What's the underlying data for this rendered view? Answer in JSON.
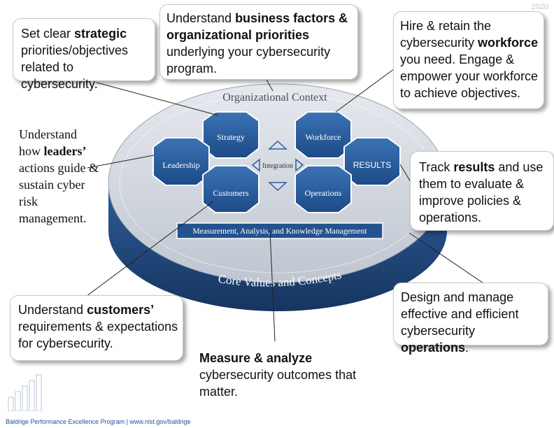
{
  "year": "2020",
  "diagram": {
    "context_label": "Organizational Context",
    "core_label": "Core Values and Concepts",
    "integration_label": "Integration",
    "measurement_label": "Measurement, Analysis, and Knowledge Management",
    "hexagons": {
      "strategy": "Strategy",
      "workforce": "Workforce",
      "leadership": "Leadership",
      "results": "RESULTS",
      "customers": "Customers",
      "operations": "Operations"
    }
  },
  "callouts": {
    "strategic": [
      "Set clear ",
      "strategic",
      " priorities/objectives related to cybersecurity."
    ],
    "business": [
      "Understand ",
      "business factors",
      " ",
      "& organizational priorities",
      " underlying your cybersecurity program."
    ],
    "workforce": [
      "Hire & retain the cybersecurity ",
      "workforce",
      " you need. Engage & empower your workforce to achieve objectives."
    ],
    "leaders": [
      "Understand how ",
      "leaders’",
      " actions guide & sustain cyber risk management."
    ],
    "results": [
      "Track ",
      "results",
      " and use them to evaluate & improve policies & operations."
    ],
    "customers": [
      "Understand ",
      "customers’",
      " requirements & expectations for cybersecurity."
    ],
    "measure": [
      "Measure & analyze",
      " cybersecurity outcomes that matter."
    ],
    "operations": [
      "Design and manage effective and efficient cybersecurity ",
      "operations",
      "."
    ]
  },
  "footer": "Baldrige Performance Excellence Program | www.nist.gov/baldrige"
}
